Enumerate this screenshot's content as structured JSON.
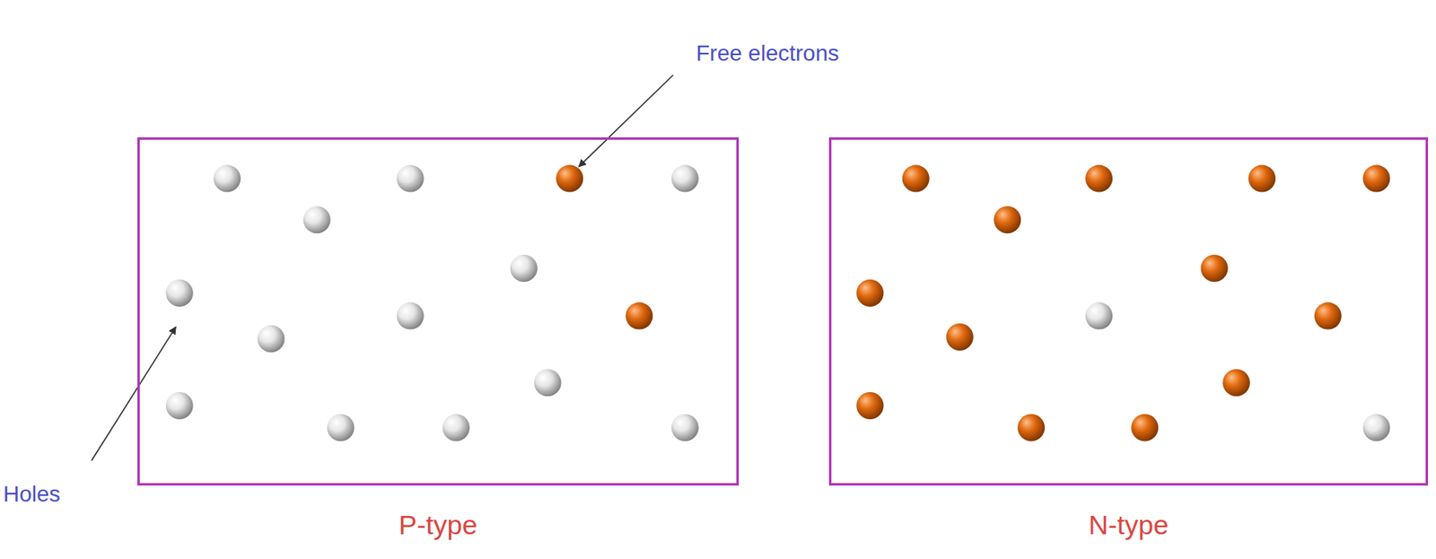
{
  "diagram": {
    "nodes": [
      {
        "text": [
          "P-type"
        ]
      },
      {
        "text": [
          "N-type"
        ]
      }
    ],
    "labels": [
      "Free electrons",
      "Holes"
    ]
  }
}
